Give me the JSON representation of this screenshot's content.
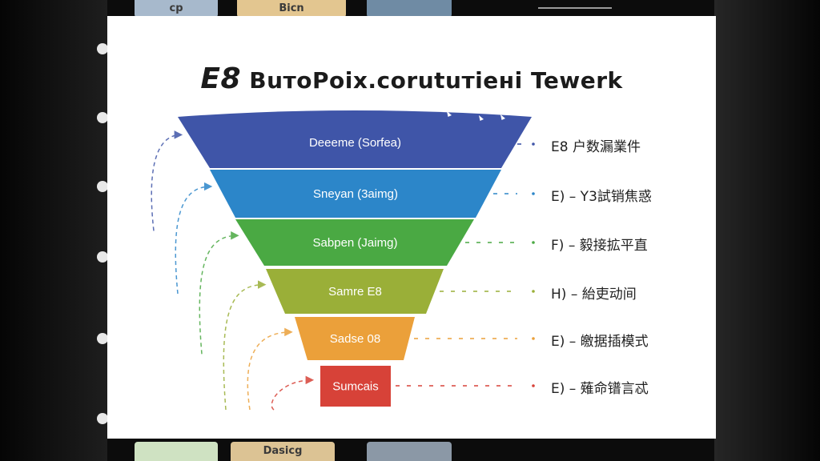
{
  "title_prefix": "E8",
  "title_main": "BuтoPoix.corutuтieнi Tewerk",
  "top_strip": {
    "thumb_1": "cp",
    "thumb_2": "Bicn"
  },
  "bottom_strip": {
    "thumb_2": "Dasicg"
  },
  "funnel": {
    "stages": [
      {
        "label": "Deeeme (Sorfea)",
        "color": "#3f55a8",
        "side_label": "E8 户数漏業件"
      },
      {
        "label": "Sneyan (3aimg)",
        "color": "#2c86c9",
        "side_label": "E) – Y3試销焦惑"
      },
      {
        "label": "Sabpen (Jaimg)",
        "color": "#4aa943",
        "side_label": "F) – 毅接拡平直"
      },
      {
        "label": "Samre E8",
        "color": "#9aaf38",
        "side_label": "H) – 紿吏动间"
      },
      {
        "label": "Sadse 08",
        "color": "#eba03a",
        "side_label": "E) – 皦据插模式"
      },
      {
        "label": "Sumcais",
        "color": "#d74238",
        "side_label": "E) – 薙命镨言忒"
      }
    ]
  }
}
